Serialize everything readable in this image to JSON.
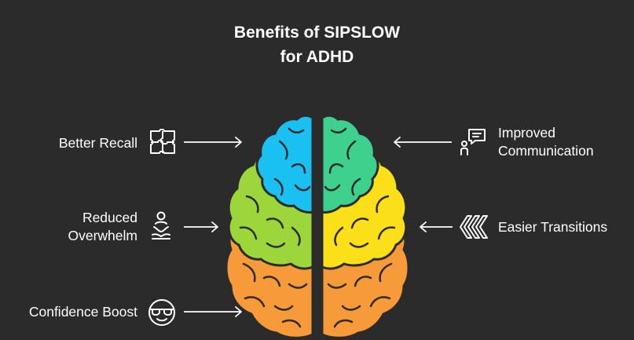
{
  "title": {
    "line1": "Benefits of SIPSLOW",
    "line2": "for ADHD"
  },
  "benefits": [
    {
      "label": "Better Recall",
      "icon": "puzzle-icon",
      "side": "left",
      "section": "top",
      "color": "#1bc0f2"
    },
    {
      "label": "Reduced Overwhelm",
      "line1": "Reduced",
      "line2": "Overwhelm",
      "icon": "meditation-icon",
      "side": "left",
      "section": "middle",
      "color": "#9cd63a"
    },
    {
      "label": "Confidence Boost",
      "icon": "sunglasses-icon",
      "side": "left",
      "section": "bottom",
      "color": "#f79a3a"
    },
    {
      "label": "Improved Communication",
      "line1": "Improved",
      "line2": "Communication",
      "icon": "speech-person-icon",
      "side": "right",
      "section": "top",
      "color": "#3ed08d"
    },
    {
      "label": "Easier Transitions",
      "icon": "rewind-icon",
      "side": "right",
      "section": "middle",
      "color": "#fbdf18"
    }
  ],
  "colors": {
    "background": "#2b2b2b",
    "blue": "#1bc0f2",
    "green": "#3ed08d",
    "lime": "#9cd63a",
    "yellow": "#fbdf18",
    "orange": "#f79a3a",
    "outline": "#2b2b2b"
  }
}
